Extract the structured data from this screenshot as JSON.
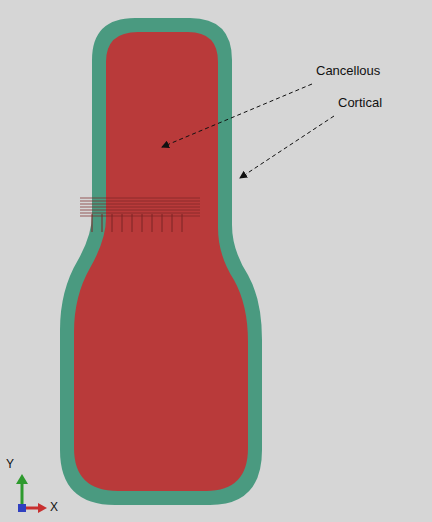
{
  "diagram": {
    "labels": [
      "Cancellous",
      "Cortical",
      "Y",
      "X"
    ]
  }
}
